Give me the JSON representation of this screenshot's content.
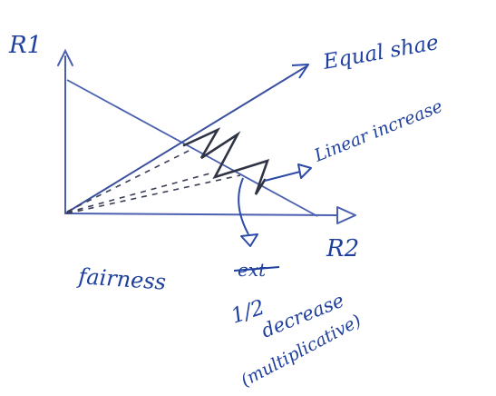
{
  "axes": {
    "y_label": "R1",
    "x_label": "R2"
  },
  "labels": {
    "equal_share": "Equal shae",
    "linear_increase": "Linear increase",
    "fairness": "fairness",
    "struck": "ext",
    "half": "1/2",
    "decrease": "decrease",
    "multiplicative": "(multiplicative)"
  },
  "colors": {
    "ink": "#1f3f9e",
    "ink_dark": "#3a3f57",
    "ink_line": "#3b4fa0"
  }
}
